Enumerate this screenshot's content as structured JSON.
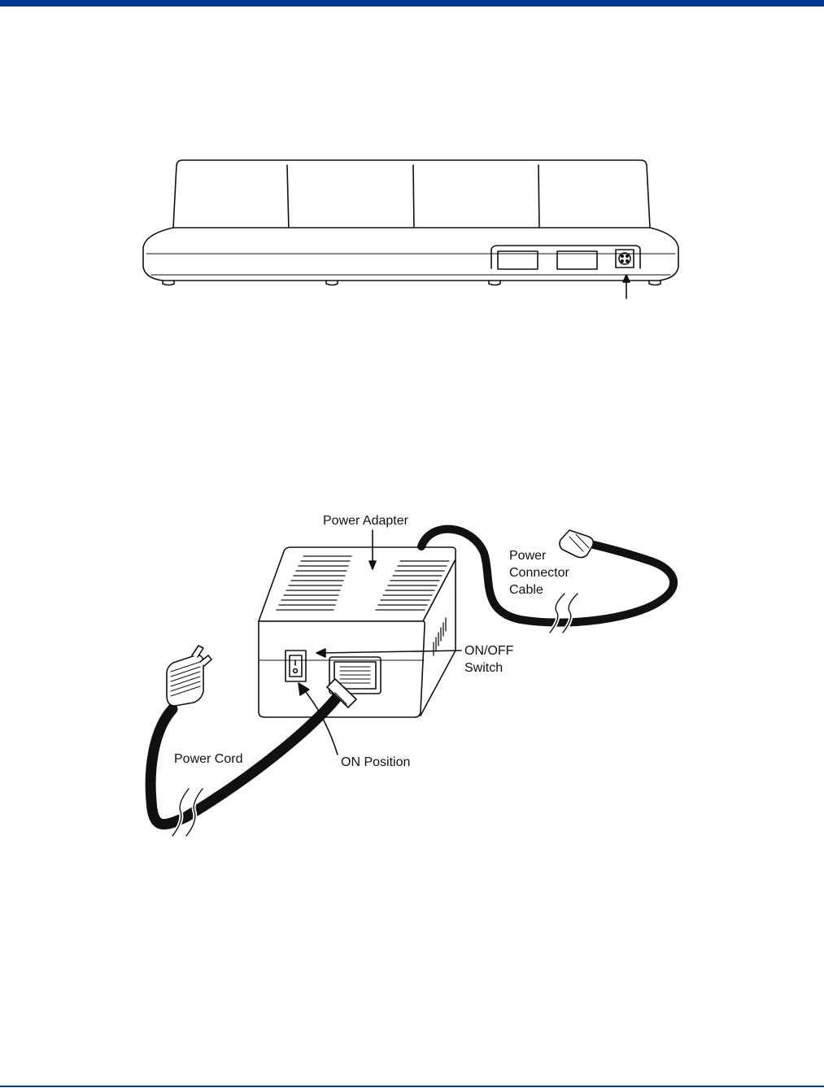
{
  "colors": {
    "rule": "#003a94",
    "ink": "#111111",
    "paper": "#ffffff"
  },
  "figures": {
    "cradle": {
      "icons": [
        "cradle-rear-view-icon",
        "power-jack-icon"
      ]
    },
    "adapter": {
      "labels": {
        "power_adapter": "Power Adapter",
        "connector_line1": "Power",
        "connector_line2": "Connector",
        "connector_line3": "Cable",
        "switch_line1": "ON/OFF",
        "switch_line2": "Switch",
        "power_cord": "Power Cord",
        "on_position": "ON Position"
      },
      "icons": [
        "power-adapter-icon",
        "power-plug-icon",
        "connector-plug-icon"
      ]
    }
  }
}
